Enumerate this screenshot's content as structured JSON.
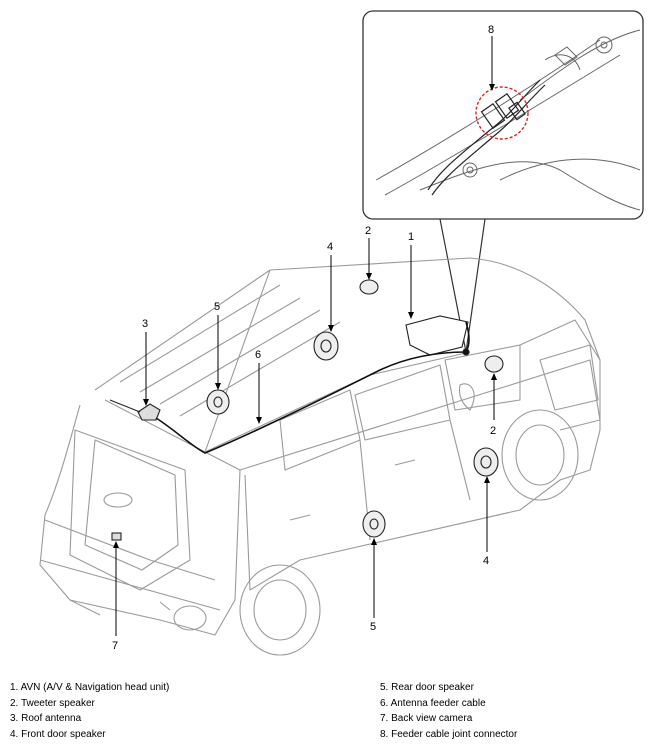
{
  "diagram": {
    "callouts": {
      "c1": "1",
      "c2_top": "2",
      "c2_right": "2",
      "c3": "3",
      "c4_top": "4",
      "c4_bottom": "4",
      "c5_top": "5",
      "c5_bottom": "5",
      "c6": "6",
      "c7": "7",
      "c8": "8"
    }
  },
  "legend": {
    "left": [
      "1. AVN (A/V & Navigation head unit)",
      "2. Tweeter speaker",
      "3. Roof antenna",
      "4. Front door speaker"
    ],
    "right": [
      "5. Rear door speaker",
      "6. Antenna feeder cable",
      "7. Back view camera",
      "8. Feeder cable joint connector"
    ]
  }
}
